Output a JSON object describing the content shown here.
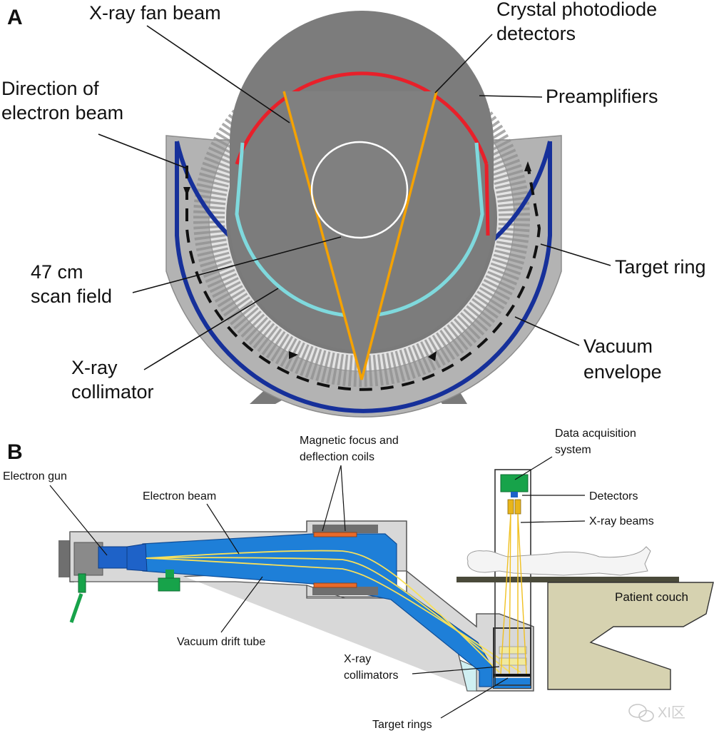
{
  "panel_a": {
    "letter": "A",
    "labels": {
      "fan_beam": "X-ray fan beam",
      "crystal_l1": "Crystal photodiode",
      "crystal_l2": "detectors",
      "preamps": "Preamplifiers",
      "direction_l1": "Direction of",
      "direction_l2": "electron beam",
      "scan_l1": "47 cm",
      "scan_l2": "scan field",
      "target_ring": "Target ring",
      "collimator_l1": "X-ray",
      "collimator_l2": "collimator",
      "vacuum_l1": "Vacuum",
      "vacuum_l2": "envelope"
    }
  },
  "panel_b": {
    "letter": "B",
    "labels": {
      "electron_gun": "Electron gun",
      "electron_beam": "Electron beam",
      "coils_l1": "Magnetic focus and",
      "coils_l2": "deflection coils",
      "daq_l1": "Data acquisition",
      "daq_l2": "system",
      "detectors": "Detectors",
      "xray_beams": "X-ray beams",
      "patient_couch": "Patient couch",
      "drift_tube": "Vacuum drift tube",
      "collimators_l1": "X-ray",
      "collimators_l2": "collimators",
      "target_rings": "Target rings"
    }
  },
  "watermark": {
    "text": "XI区",
    "icon": "wechat-icon"
  },
  "colors": {
    "body_gray": "#b3b3b3",
    "dark_gray": "#7a7a7a",
    "red_detector": "#e8202a",
    "cyan_collimator": "#7fd9dd",
    "navy_target": "#16309a",
    "orange_beam": "#f5a200",
    "beam_blue": "#1e7fd8",
    "green": "#17a34a",
    "couch": "#d6d2b0"
  }
}
